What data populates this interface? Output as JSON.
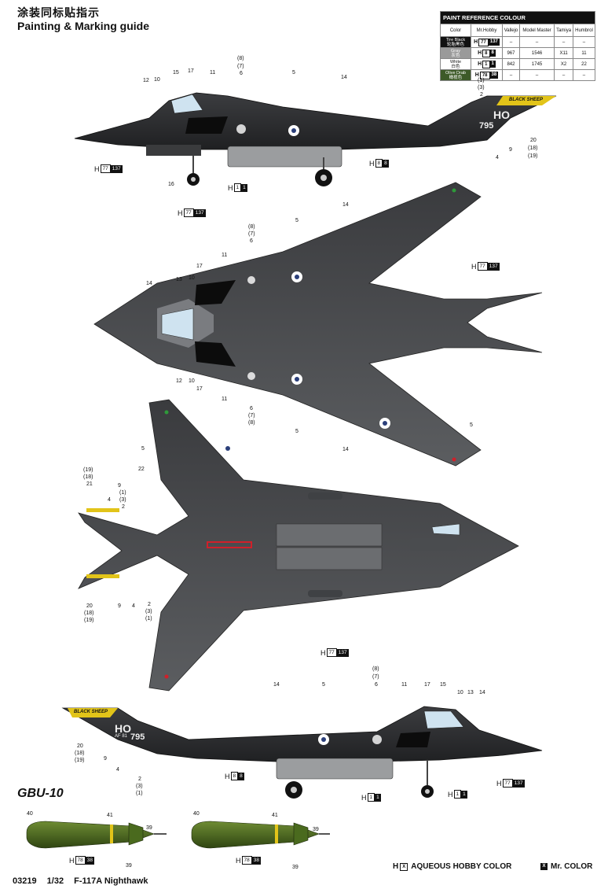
{
  "header": {
    "title_cn": "涂装同标贴指示",
    "title_en": "Painting & Marking guide"
  },
  "paint_table": {
    "title": "PAINT REFERENCE COLOUR",
    "columns": [
      "Color",
      "Mr.Hobby",
      "Vallejo",
      "Model Master",
      "Tamiya",
      "Humbrol"
    ],
    "rows": [
      {
        "color_en": "Tire Black",
        "color_cn": "轮胎黑色",
        "swatch": "#111111",
        "text_color": "#ffffff",
        "hobby": "77",
        "mr": "137",
        "vallejo": "–",
        "model_master": "–",
        "tamiya": "–",
        "humbrol": "–"
      },
      {
        "color_en": "Gray",
        "color_cn": "灰色",
        "swatch": "#9a9a9a",
        "text_color": "#ffffff",
        "hobby": "8",
        "mr": "8",
        "vallejo": "967",
        "model_master": "1546",
        "tamiya": "X11",
        "humbrol": "11"
      },
      {
        "color_en": "White",
        "color_cn": "白色",
        "swatch": "#ffffff",
        "text_color": "#111111",
        "hobby": "1",
        "mr": "1",
        "vallejo": "842",
        "model_master": "1745",
        "tamiya": "X2",
        "humbrol": "22"
      },
      {
        "color_en": "Olive Drab",
        "color_cn": "橄榄色",
        "swatch": "#3d5a28",
        "text_color": "#ffffff",
        "hobby": "78",
        "mr": "38",
        "vallejo": "–",
        "model_master": "–",
        "tamiya": "–",
        "humbrol": "–"
      }
    ]
  },
  "callouts": {
    "h": "H",
    "black": {
      "hobby": "77",
      "mr": "137"
    },
    "gray": {
      "hobby": "8",
      "mr": "8"
    },
    "white": {
      "hobby": "1",
      "mr": "1"
    },
    "olive": {
      "hobby": "78",
      "mr": "38"
    }
  },
  "markings": {
    "tail_code": "HO",
    "serial": "795",
    "serial_prefix": "AF 81",
    "tail_band": "BLACK SHEEP"
  },
  "labels": {
    "n1": "(1)",
    "n2": "2",
    "n3": "(3)",
    "n4": "4",
    "n5": "5",
    "n6": "6",
    "n7": "(7)",
    "n8": "(8)",
    "n9": "9",
    "n10": "10",
    "n11": "11",
    "n12": "12",
    "n13": "13",
    "n14": "14",
    "n15": "15",
    "n16": "16",
    "n17": "17",
    "n18": "(18)",
    "n19": "(19)",
    "n20": "20",
    "n21": "21",
    "n22": "22",
    "n39": "39",
    "n40": "40",
    "n41": "41"
  },
  "gbu_title": "GBU-10",
  "legend": {
    "aqueous_box": "X",
    "aqueous_label": "AQUEOUS HOBBY COLOR",
    "mr_box": "X",
    "mr_label": "Mr. COLOR"
  },
  "footer": {
    "kit_no": "03219",
    "scale": "1/32",
    "name": "F-117A Nighthawk"
  },
  "colors": {
    "aircraft_dark": "#2a2b2d",
    "aircraft_mid": "#55575a",
    "aircraft_light": "#6c6e71",
    "canopy": "#cfe3f0",
    "olive": "#4a6a1e",
    "band_yellow": "#e2c419",
    "marker_red": "#d0202a"
  }
}
